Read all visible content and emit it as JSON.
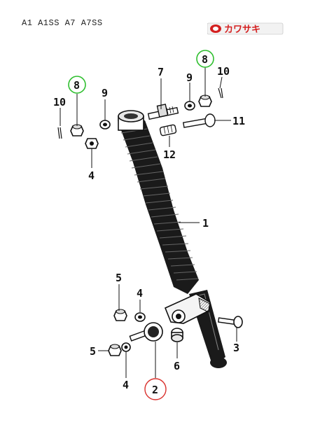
{
  "header": {
    "models": "A1 A1SS A7 A7SS",
    "brand_text": "カワサキ"
  },
  "diagram": {
    "callouts": [
      {
        "id": "c1",
        "label": "1"
      },
      {
        "id": "c2",
        "label": "2",
        "highlight": "red"
      },
      {
        "id": "c3",
        "label": "3"
      },
      {
        "id": "c4a",
        "label": "4"
      },
      {
        "id": "c4b",
        "label": "4"
      },
      {
        "id": "c4c",
        "label": "4"
      },
      {
        "id": "c5a",
        "label": "5"
      },
      {
        "id": "c5b",
        "label": "5"
      },
      {
        "id": "c6",
        "label": "6"
      },
      {
        "id": "c7",
        "label": "7"
      },
      {
        "id": "c8a",
        "label": "8",
        "highlight": "green"
      },
      {
        "id": "c8b",
        "label": "8",
        "highlight": "green"
      },
      {
        "id": "c9a",
        "label": "9"
      },
      {
        "id": "c9b",
        "label": "9"
      },
      {
        "id": "c10a",
        "label": "10"
      },
      {
        "id": "c10b",
        "label": "10"
      },
      {
        "id": "c11",
        "label": "11"
      },
      {
        "id": "c12",
        "label": "12"
      }
    ],
    "colors": {
      "highlight_red": "#d9302c",
      "highlight_green": "#2fbf2f",
      "ink": "#111111",
      "brand_red": "#d42020"
    }
  }
}
